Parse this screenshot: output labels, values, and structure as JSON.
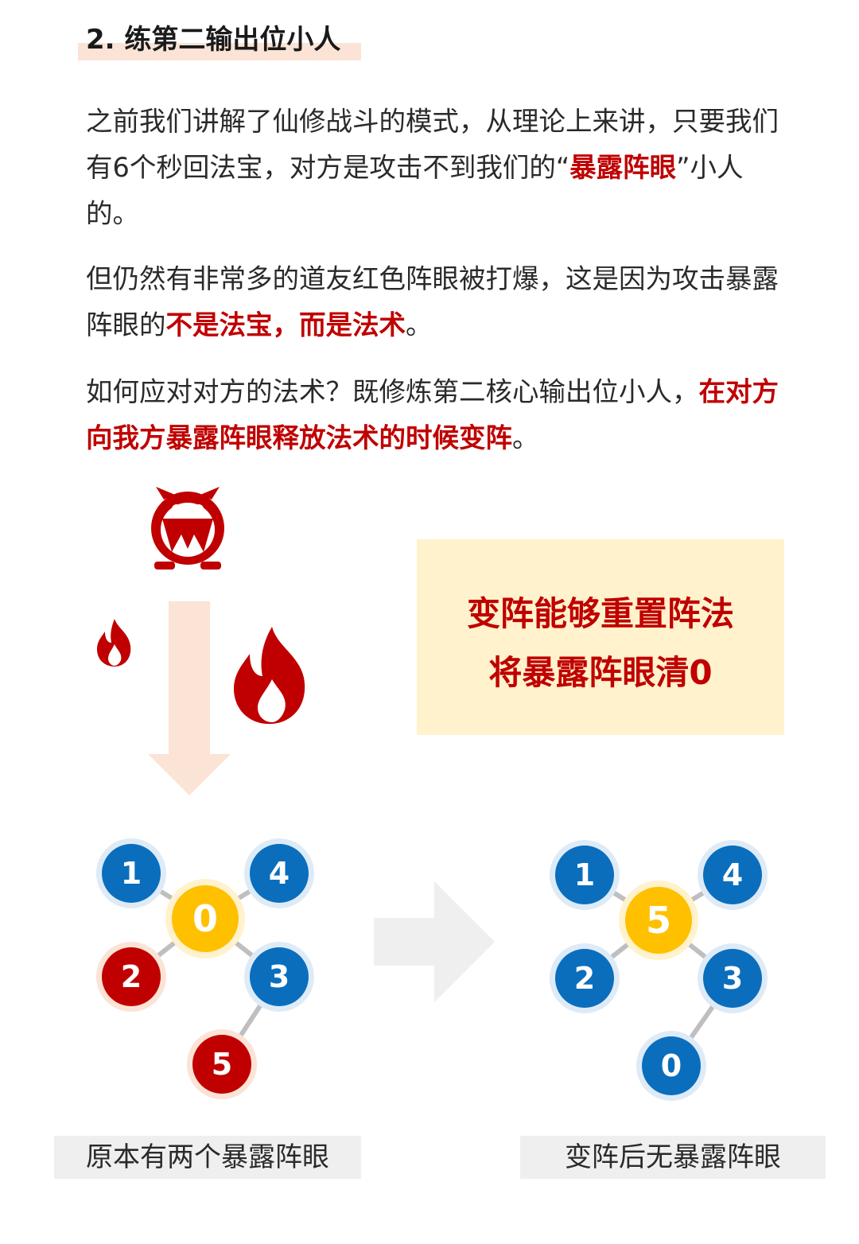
{
  "heading": "2. 练第二输出位小人",
  "paragraphs": {
    "p1": {
      "t1": "之前我们讲解了仙修战斗的模式，从理论上来讲，只要我们有6个秒回法宝，对方是攻击不到我们的“",
      "em1": "暴露阵眼",
      "t2": "”小人的。"
    },
    "p2": {
      "t1": "但仍然有非常多的道友红色阵眼被打爆，这是因为攻击暴露阵眼的",
      "em1": "不是法宝，而是法术",
      "t2": "。"
    },
    "p3": {
      "t1": "如何应对对方的法术？既修炼第二核心输出位小人，",
      "em1": "在对方向我方暴露阵眼释放法术的时候变阵",
      "t2": "。"
    }
  },
  "callout": {
    "line1": "变阵能够重置阵法",
    "line2": "将暴露阵眼清0"
  },
  "graph_left": {
    "nodes": {
      "n1": "1",
      "n4": "4",
      "n0": "0",
      "n2": "2",
      "n3": "3",
      "n5": "5"
    }
  },
  "graph_right": {
    "nodes": {
      "n1": "1",
      "n4": "4",
      "n5": "5",
      "n2": "2",
      "n3": "3",
      "n0": "0"
    }
  },
  "captions": {
    "left": "原本有两个暴露阵眼",
    "right": "变阵后无暴露阵眼"
  },
  "colors": {
    "accent_red": "#c00000",
    "node_blue": "#0a6ebd",
    "node_red": "#c00000",
    "node_yellow": "#ffc000",
    "callout_bg": "#fff2cc",
    "heading_highlight": "#fbe3d6",
    "arrow_peach": "#fbe3d6",
    "arrow_gray": "#efefef",
    "edge_gray": "#bfbfbf"
  }
}
